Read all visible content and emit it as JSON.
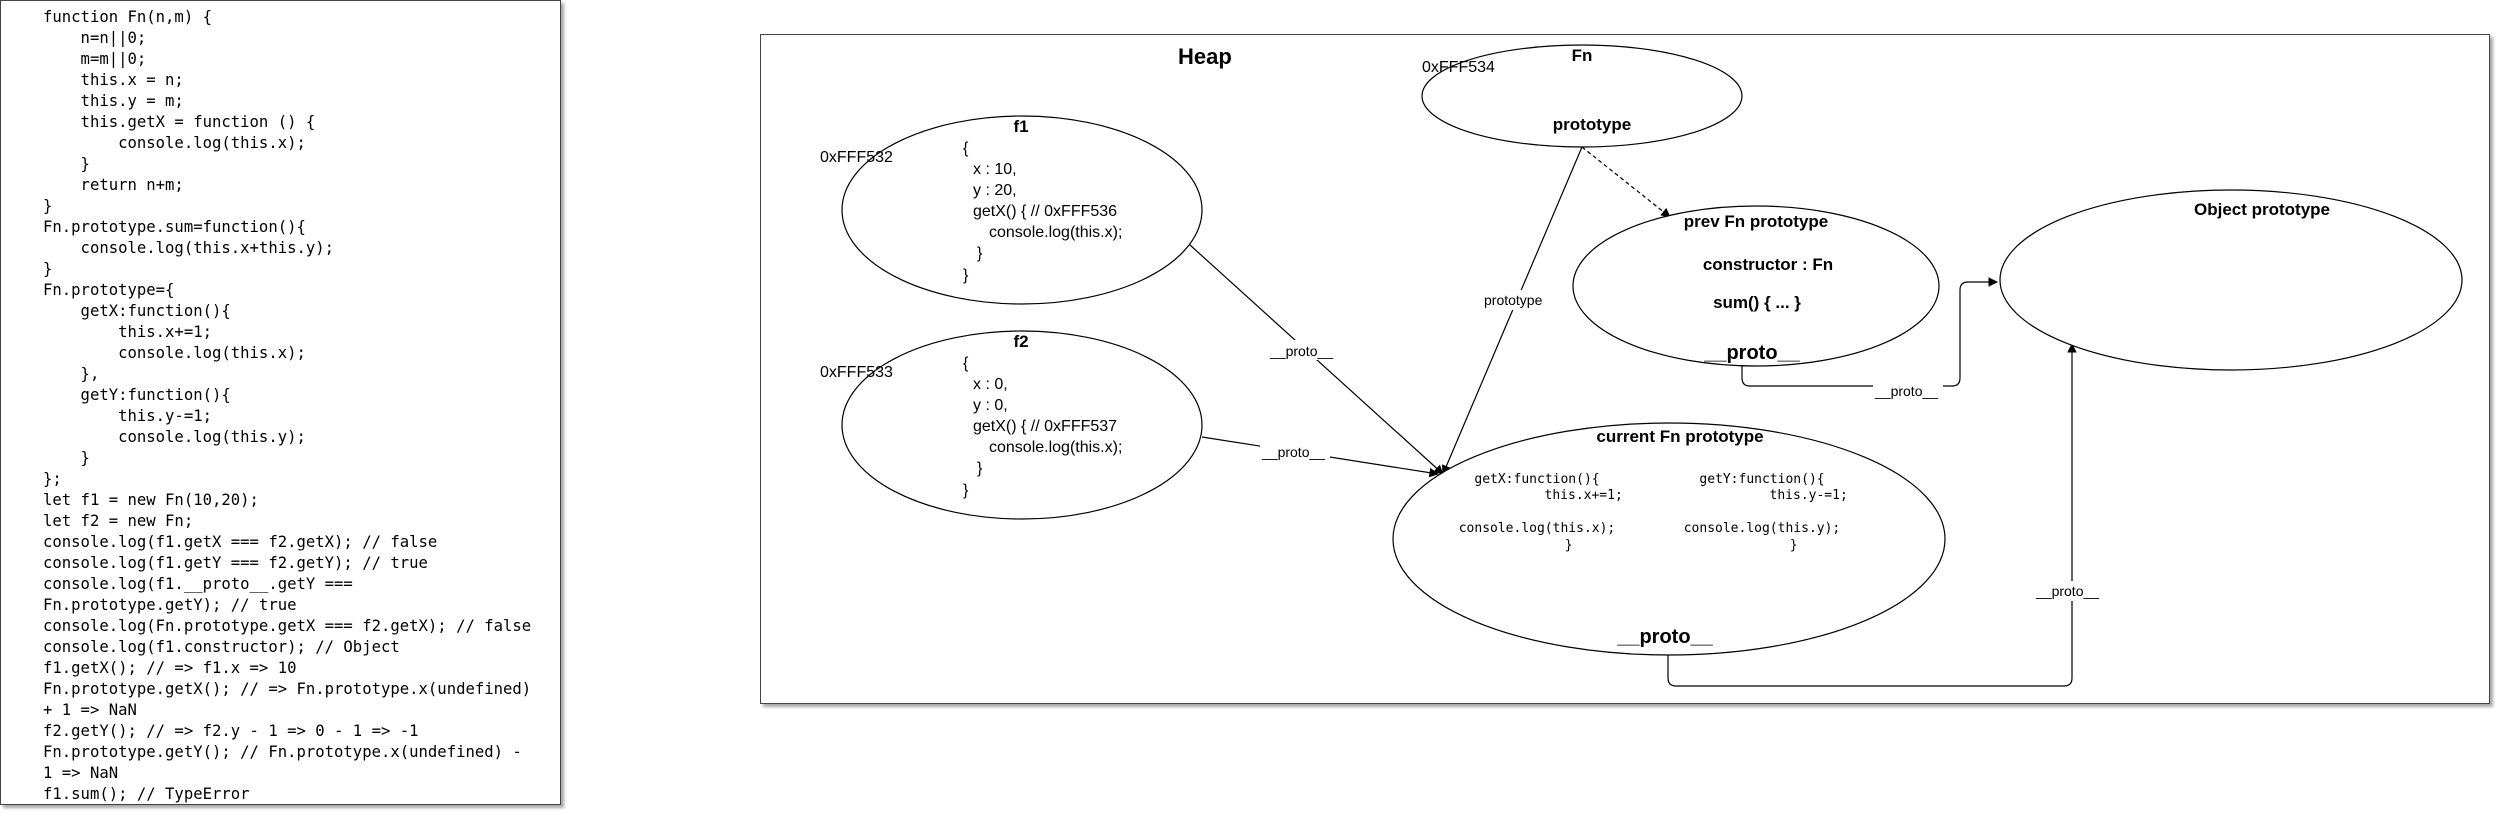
{
  "code": {
    "lines": [
      "function Fn(n,m) {",
      "    n=n||0;",
      "    m=m||0;",
      "    this.x = n;",
      "    this.y = m;",
      "    this.getX = function () {",
      "        console.log(this.x);",
      "    }",
      "    return n+m;",
      "}",
      "Fn.prototype.sum=function(){",
      "    console.log(this.x+this.y);",
      "}",
      "Fn.prototype={",
      "    getX:function(){",
      "        this.x+=1;",
      "        console.log(this.x);",
      "    },",
      "    getY:function(){",
      "        this.y-=1;",
      "        console.log(this.y);",
      "    }",
      "};",
      "let f1 = new Fn(10,20);",
      "let f2 = new Fn;",
      "console.log(f1.getX === f2.getX); // false",
      "console.log(f1.getY === f2.getY); // true",
      "console.log(f1.__proto__.getY ===",
      "Fn.prototype.getY); // true",
      "console.log(Fn.prototype.getX === f2.getX); // false",
      "console.log(f1.constructor); // Object",
      "f1.getX(); // => f1.x => 10",
      "Fn.prototype.getX(); // => Fn.prototype.x(undefined)",
      "+ 1 => NaN",
      "f2.getY(); // => f2.y - 1 => 0 - 1 => -1",
      "Fn.prototype.getY(); // Fn.prototype.x(undefined) -",
      "1 => NaN",
      "f1.sum(); // TypeError"
    ]
  },
  "heap": {
    "title": "Heap",
    "f1": {
      "name": "f1",
      "address": "0xFFF532",
      "lines": [
        "{",
        "x : 10,",
        "y : 20,",
        "getX() { // 0xFFF536",
        "console.log(this.x);",
        "}",
        "}"
      ]
    },
    "f2": {
      "name": "f2",
      "address": "0xFFF533",
      "lines": [
        "{",
        "x : 0,",
        "y : 0,",
        "getX() { // 0xFFF537",
        "console.log(this.x);",
        "}",
        "}"
      ]
    },
    "fn": {
      "name": "Fn",
      "address": "0xFFF534",
      "prototype_label": "prototype"
    },
    "prev_proto": {
      "title": "prev   Fn prototype",
      "constructor": "constructor :   Fn",
      "sum": "sum() { ... }",
      "proto": "__proto__"
    },
    "current_proto": {
      "title": "current   Fn prototype",
      "getx_lines": [
        "getX:function(){",
        "    this.x+=1;",
        "",
        "console.log(this.x);",
        "    }"
      ],
      "gety_lines": [
        "getY:function(){",
        "    this.y-=1;",
        "",
        "console.log(this.y);",
        "    }"
      ],
      "proto": "__proto__"
    },
    "object_proto": {
      "title": "Object  prototype"
    },
    "edges": {
      "f1_proto": "__proto__",
      "f2_proto": "__proto__",
      "fn_prototype": "prototype",
      "prev_proto_edge": "__proto__",
      "current_proto_edge": "__proto__"
    }
  }
}
